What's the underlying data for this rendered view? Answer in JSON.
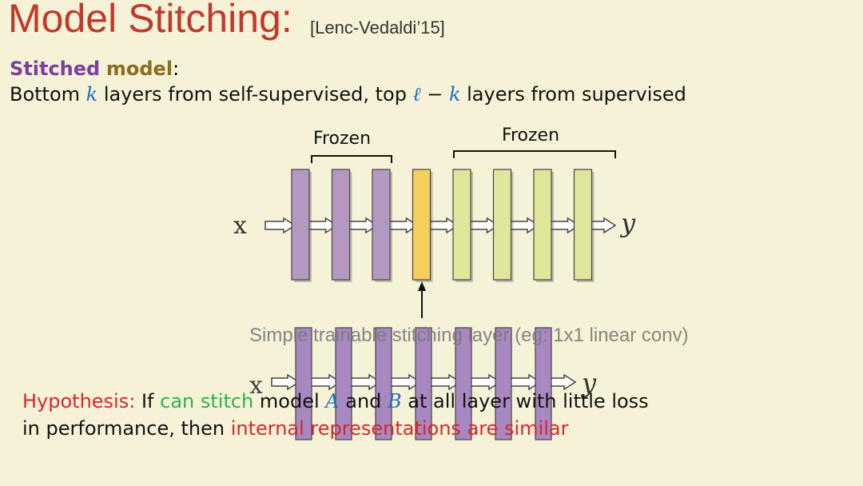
{
  "title": {
    "main": "Model Stitching:",
    "citation": "[Lenc-Vedaldi’15]"
  },
  "intro": {
    "stitched": "Stitched",
    "model": "model",
    "colon": ":",
    "bottom": "Bottom ",
    "k1": "k",
    "mid": " layers from self-supervised, top ",
    "ell": "ℓ",
    "minus": " − ",
    "k2": "k",
    "end": " layers from supervised"
  },
  "diagram": {
    "frozen_left": "Frozen",
    "frozen_right": "Frozen",
    "input_label": "x",
    "output_label": "y",
    "stitch_caption": "Simple trainable stitching  layer (eg: 1x1 linear conv)",
    "bottom_input": "x",
    "bottom_output": "y",
    "top_layers": [
      "purple",
      "purple",
      "purple",
      "yellow",
      "green",
      "green",
      "green",
      "green"
    ],
    "bottom_layer_count": 7,
    "colors": {
      "purple": "#b399c0",
      "yellow": "#f4cf5a",
      "green": "#e1e69a",
      "bottom_purple": "#a888c0",
      "stroke": "#444444",
      "caption": "#7a7a7a"
    }
  },
  "hypothesis": {
    "label": "Hypothesis:",
    "if": " If ",
    "can_stitch": "can stitch",
    "model": " model ",
    "A": "A",
    "and": " and ",
    "B": "B",
    "rest1": " at all layer with little loss",
    "line2_start": "in performance, then ",
    "conclusion": "internal representations are similar"
  }
}
